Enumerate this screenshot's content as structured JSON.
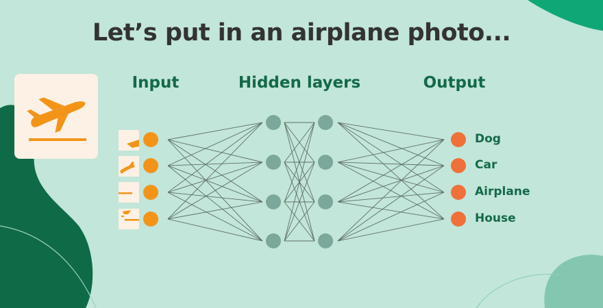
{
  "title": "Let’s put in an airplane photo...",
  "columns": {
    "input": "Input",
    "hidden": "Hidden layers",
    "output": "Output"
  },
  "outputs": [
    "Dog",
    "Car",
    "Airplane",
    "House"
  ],
  "network": {
    "input_nodes": 4,
    "hidden_layers": [
      4,
      4
    ],
    "output_nodes": 4
  },
  "colors": {
    "background": "#c2e6d9",
    "dark_green": "#0f6b47",
    "accent_green": "#10a777",
    "input_node": "#f39419",
    "hidden_node": "#7ba89a",
    "output_node": "#f0703a",
    "edge": "#5e6e68",
    "card": "#fcf1e4"
  },
  "icons": {
    "photo": "airplane-takeoff-icon"
  }
}
